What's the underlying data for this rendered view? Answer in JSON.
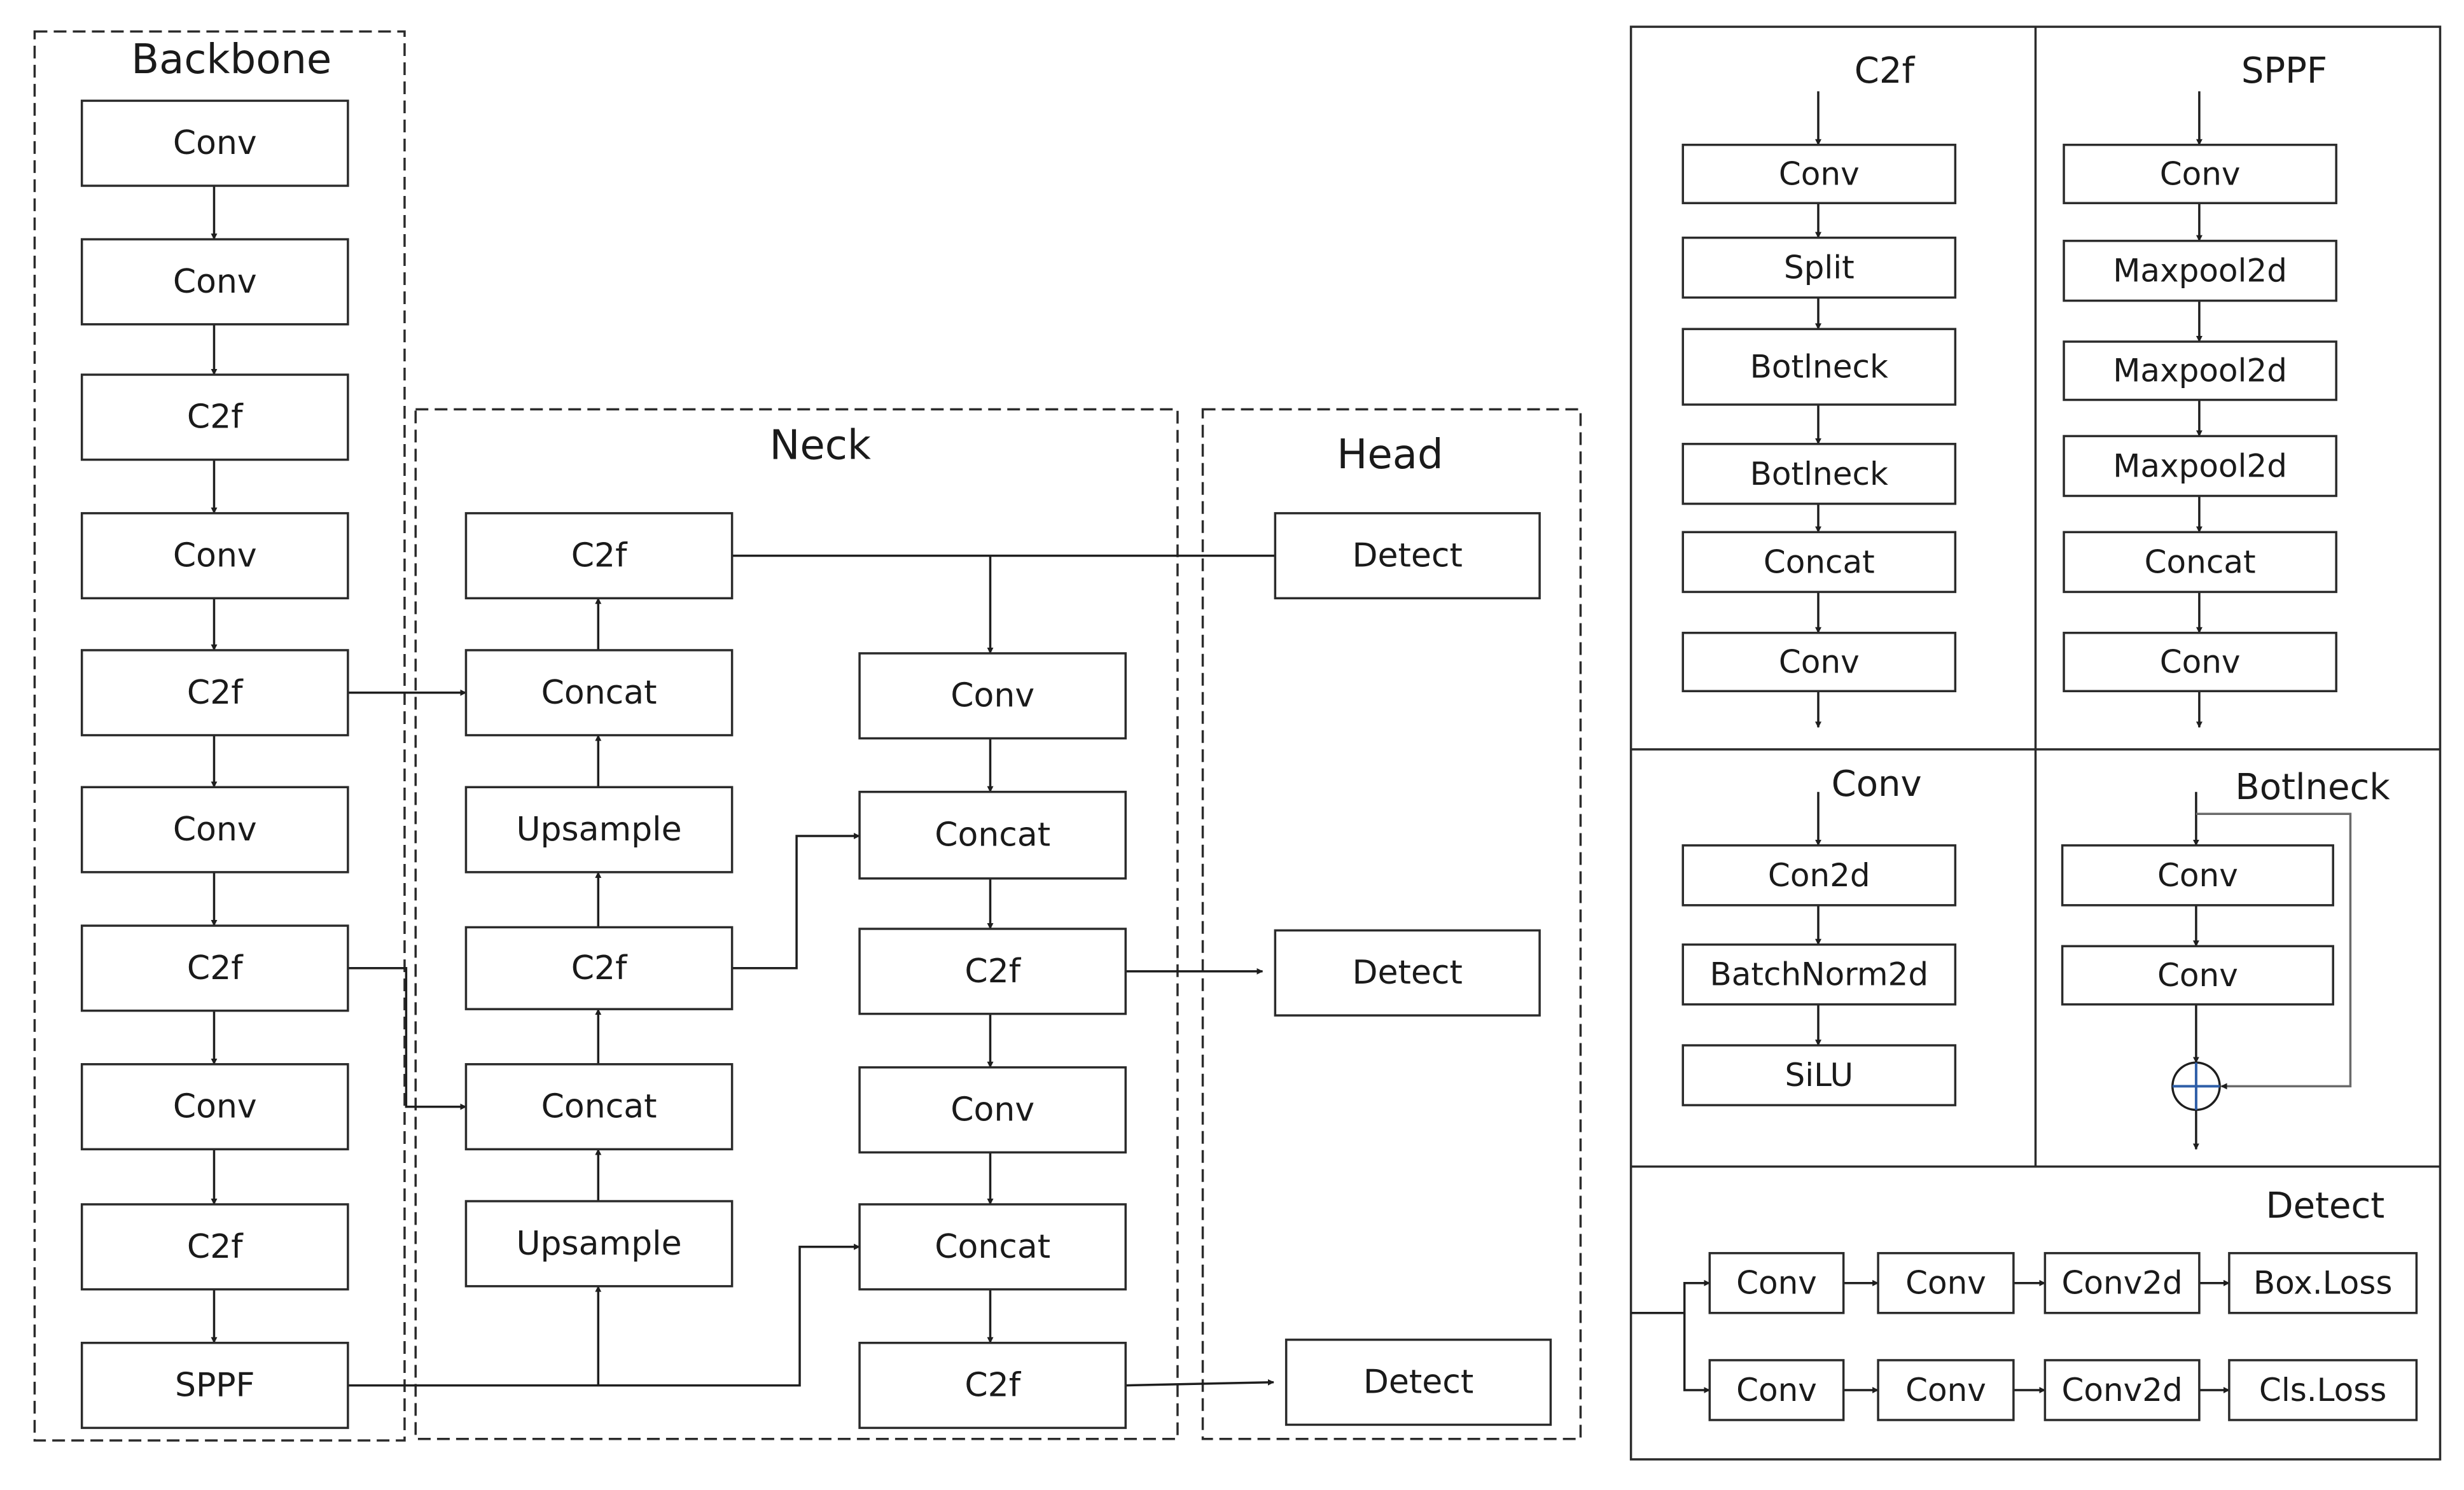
{
  "sections": {
    "backbone": "Backbone",
    "neck": "Neck",
    "head": "Head"
  },
  "backbone": [
    "Conv",
    "Conv",
    "C2f",
    "Conv",
    "C2f",
    "Conv",
    "C2f",
    "Conv",
    "C2f",
    "SPPF"
  ],
  "neck": {
    "left": [
      "C2f",
      "Concat",
      "Upsample",
      "C2f",
      "Concat",
      "Upsample"
    ],
    "right": [
      "Conv",
      "Concat",
      "C2f",
      "Conv",
      "Concat",
      "C2f"
    ]
  },
  "head": [
    "Detect",
    "Detect",
    "Detect"
  ],
  "details": {
    "c2f": {
      "title": "C2f",
      "blocks": [
        "Conv",
        "Split",
        "Botlneck",
        "Botlneck",
        "Concat",
        "Conv"
      ]
    },
    "sppf": {
      "title": "SPPF",
      "blocks": [
        "Conv",
        "Maxpool2d",
        "Maxpool2d",
        "Maxpool2d",
        "Concat",
        "Conv"
      ]
    },
    "conv": {
      "title": "Conv",
      "blocks": [
        "Con2d",
        "BatchNorm2d",
        "SiLU"
      ]
    },
    "botlneck": {
      "title": "Botlneck",
      "blocks": [
        "Conv",
        "Conv"
      ]
    },
    "detect": {
      "title": "Detect",
      "row1": [
        "Conv",
        "Conv",
        "Conv2d",
        "Box.Loss"
      ],
      "row2": [
        "Conv",
        "Conv",
        "Conv2d",
        "Cls.Loss"
      ]
    }
  }
}
